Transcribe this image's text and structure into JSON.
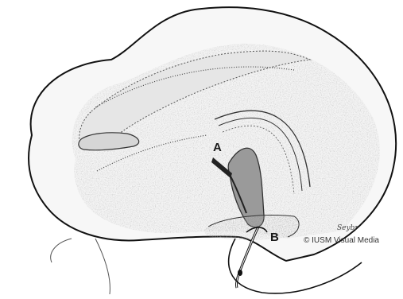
{
  "labels": {
    "a": "A",
    "b": "B"
  },
  "credit": "© IUSM Visual Media",
  "signature": "Seybr",
  "colors": {
    "outline": "#111111",
    "stipple_light": "#cfcfcf",
    "stipple_medium": "#a9a9a9",
    "stipple_dark": "#8c8c8c",
    "background": "#ffffff"
  }
}
